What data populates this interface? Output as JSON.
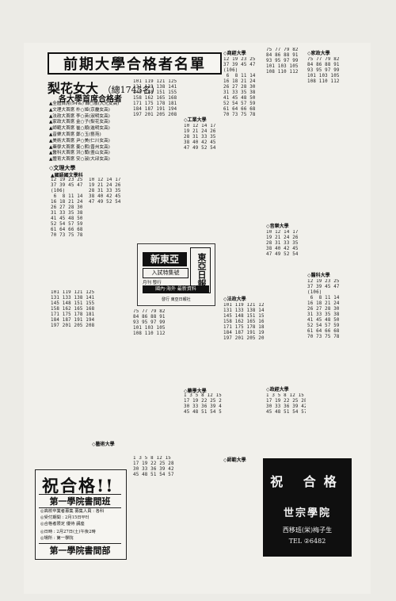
{
  "title": "前期大學合格者名單",
  "university": "梨花女大",
  "university_count": "（總1745名）",
  "subtitle": "各大學首席合格者",
  "notes": [
    "▲全體首席(94名) 韓○淑(大元女高)",
    "▲文理大首席 朴○姬(京畿女高)",
    "▲法政大首席 李○英(淑明女高)",
    "▲家政大首席 金○子(梨花女高)",
    "▲師範大首席 崔○順(進明女高)",
    "▲音樂大首席 鄭○玉(藝苑)",
    "▲美術大首席 尹○美(仁川女高)",
    "▲藥學大首席 姜○熙(晋州女高)",
    "▲醫科大首席 洪○蘭(釜山女高)",
    "▲體育大首席 安○淑(大邱女高)"
  ],
  "section_heads": {
    "liberal_arts": "◇文理大學",
    "korean_dept": "▲國語國文學科",
    "art": "◇藝術大學",
    "engineering": "◇工業大學",
    "pharmacy": "◇藥學大學",
    "commerce": "◇商經大學",
    "law": "◇法政大學",
    "education": "◇師範大學",
    "music": "◇音樂大學",
    "politics": "◇政經大學",
    "home_econ": "◇家政大學",
    "medicine": "◇醫科大學"
  },
  "numbers": {
    "c1": "12 19 23 25\n37 39 45 47\n(106)\n 6  8 11 14\n16 18 21 24\n26 27 28 30\n31 33 35 38\n41 45 48 50\n52 54 57 59\n61 64 66 68\n70 73 75 78",
    "c2": "101 119 121 125\n131 133 138 141\n145 148 151 155\n158 162 165 168\n171 175 178 181\n184 187 191 194\n197 201 205 208",
    "c3": "1 3 5 8 12 15\n17 19 22 25 28\n30 33 36 39 42\n45 48 51 54 57",
    "c4": "75 77 79 82\n84 86 88 91\n93 95 97 99\n101 103 105\n108 110 112",
    "c5": "10 12 14 17\n19 21 24 26\n28 31 33 35\n38 40 42 45\n47 49 52 54"
  },
  "ad_xindong": {
    "name": "新東亞",
    "bar": "入試特集號",
    "vertical": "東亞日報",
    "small": "月刊 發行",
    "arrow": "國內·海外 最新資料",
    "tel": "發行 東亞日報社"
  },
  "ad_first": {
    "headline": "祝合格!!",
    "name": "第一學院書間班",
    "lines": [
      "◎高校卒業者募集 募集人員 : 各科",
      "◎受付期間 : 2月15日부터",
      "◎合格者限定 優待 講座",
      "◎日時 : 2月27日(土)午後2時",
      "◎場所 : 第一學院"
    ],
    "footer": "第一學院書間部"
  },
  "ad_sejong": {
    "headline": "祝 合格",
    "name": "世宗學院",
    "director": "西移班(栄)梅子生",
    "tel": "TEL ②6482"
  }
}
